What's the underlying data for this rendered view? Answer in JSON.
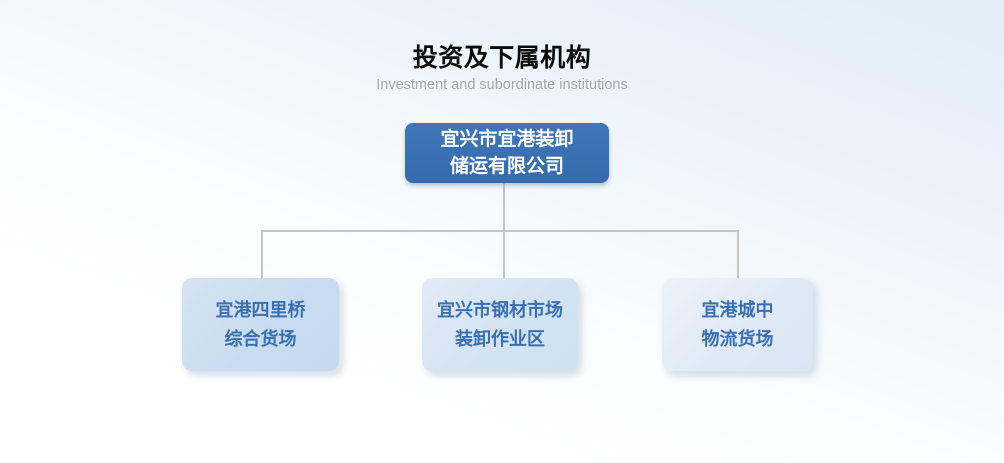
{
  "header": {
    "title": "投资及下属机构",
    "subtitle": "Investment and subordinate institutions"
  },
  "org": {
    "root": {
      "name_line1": "宜兴市宜港装卸",
      "name_line2": "储运有限公司"
    },
    "children": [
      {
        "name_line1": "宜港四里桥",
        "name_line2": "综合货场"
      },
      {
        "name_line1": "宜兴市钢材市场",
        "name_line2": "装卸作业区"
      },
      {
        "name_line1": "宜港城中",
        "name_line2": "物流货场"
      }
    ]
  },
  "colors": {
    "root_box": "#3a70b2",
    "root_text": "#ffffff",
    "child_box_1": "#c9dcef",
    "child_box_2": "#d3e2f1",
    "child_box_3": "#e0eaf6",
    "child_text": "#3a6fb1",
    "connector_line": "#c5c5c5",
    "title_text": "#0c0c0c",
    "subtitle_text": "#a6a6a6",
    "background_top": "#e1edf7",
    "background_bottom": "#ffffff"
  }
}
